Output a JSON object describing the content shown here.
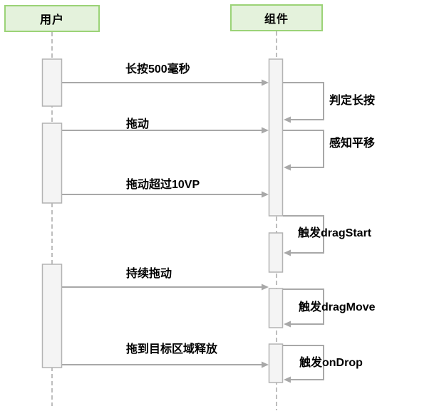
{
  "diagram": {
    "type": "sequence-diagram",
    "actors": [
      {
        "id": "user",
        "label": "用户"
      },
      {
        "id": "component",
        "label": "组件"
      }
    ],
    "messages": [
      {
        "from": "用户",
        "to": "组件",
        "kind": "message",
        "label": "长按500毫秒"
      },
      {
        "from": "组件",
        "to": "组件",
        "kind": "self",
        "label": "判定长按"
      },
      {
        "from": "用户",
        "to": "组件",
        "kind": "message",
        "label": "拖动"
      },
      {
        "from": "组件",
        "to": "组件",
        "kind": "self",
        "label": "感知平移"
      },
      {
        "from": "用户",
        "to": "组件",
        "kind": "message",
        "label": "拖动超过10VP"
      },
      {
        "from": "组件",
        "to": "组件",
        "kind": "self",
        "label": "触发dragStart"
      },
      {
        "from": "用户",
        "to": "组件",
        "kind": "message",
        "label": "持续拖动"
      },
      {
        "from": "组件",
        "to": "组件",
        "kind": "self",
        "label": "触发dragMove"
      },
      {
        "from": "用户",
        "to": "组件",
        "kind": "message",
        "label": "拖到目标区域释放"
      },
      {
        "from": "组件",
        "to": "组件",
        "kind": "self",
        "label": "触发onDrop"
      }
    ],
    "colors": {
      "actor_fill": "#e4f2dc",
      "actor_border": "#9bd377",
      "activation_fill": "#f4f4f4",
      "activation_border": "#b3b3b3",
      "connector": "#a8a8a8",
      "lifeline": "#bdbdbd",
      "text": "#000000"
    }
  }
}
